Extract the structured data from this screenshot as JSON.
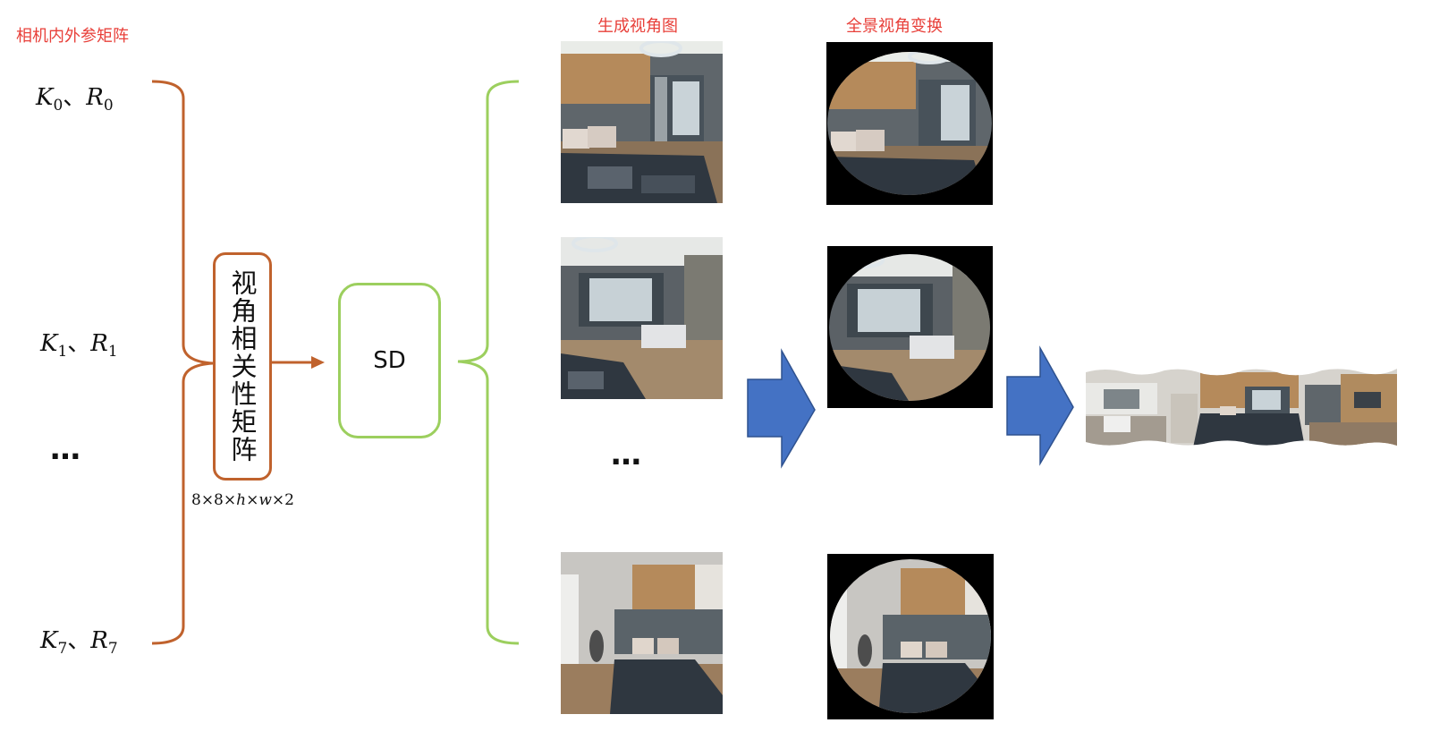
{
  "labels": {
    "camera_params": "相机内外参矩阵",
    "generated_views": "生成视角图",
    "panorama_transform": "全景视角变换"
  },
  "cameras": [
    {
      "k": "K",
      "k_sub": "0",
      "sep": "、",
      "r": "R",
      "r_sub": "0"
    },
    {
      "k": "K",
      "k_sub": "1",
      "sep": "、",
      "r": "R",
      "r_sub": "1"
    },
    {
      "k": "K",
      "k_sub": "7",
      "sep": "、",
      "r": "R",
      "r_sub": "7"
    }
  ],
  "ellipsis": "…",
  "correlation_box": {
    "text": "视角相关性矩阵",
    "dims": {
      "a": "8×8×",
      "h": "h",
      "x1": "×",
      "w": "w",
      "x2": "×2"
    }
  },
  "sd_box": {
    "text": "SD"
  },
  "colors": {
    "label_red": "#e8403a",
    "brace_orange": "#c0622d",
    "brace_green": "#9ccf5e",
    "arrow_blue": "#4472c4"
  },
  "icons": [
    "bedroom-photo",
    "fisheye-bedroom-photo",
    "panorama-strip",
    "big-right-arrow"
  ]
}
